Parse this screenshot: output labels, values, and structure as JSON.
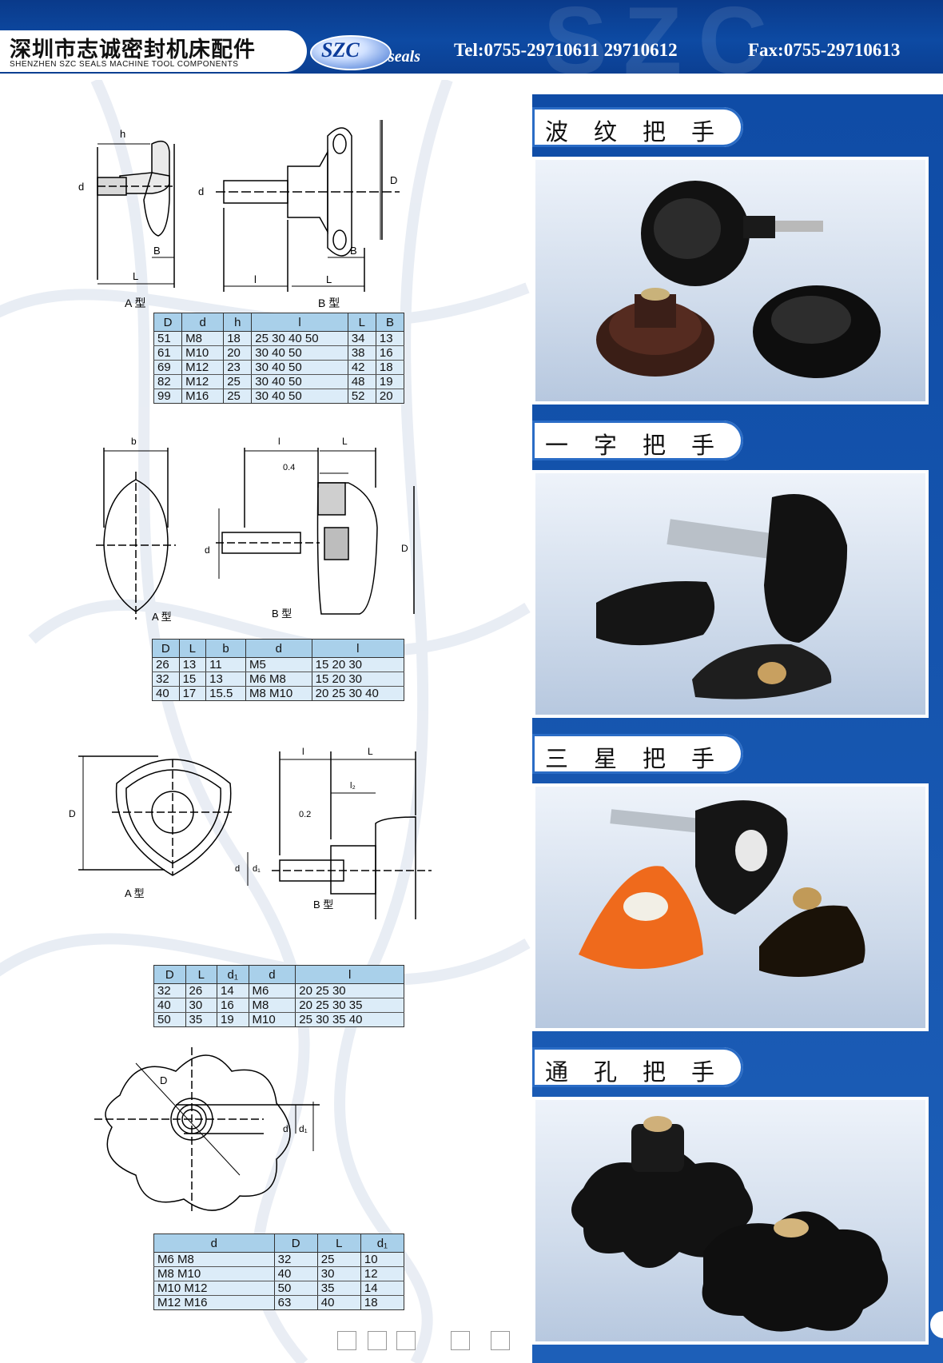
{
  "header": {
    "company_cn": "深圳市志诚密封机床配件",
    "company_en": "SHENZHEN SZC SEALS  MACHINE TOOL COMPONENTS",
    "logo_main": "SZC",
    "logo_sub": "seals",
    "tel": "Tel:0755-29710611  29710612",
    "fax": "Fax:0755-29710613",
    "bg_letters": "SZC"
  },
  "products": [
    {
      "title": "波纹把手",
      "photo_icon": "fluted-knob-photo"
    },
    {
      "title": "一字把手",
      "photo_icon": "wing-knob-photo"
    },
    {
      "title": "三星把手",
      "photo_icon": "triangle-knob-photo"
    },
    {
      "title": "通孔把手",
      "photo_icon": "star-knob-photo"
    }
  ],
  "drawings": {
    "d1": {
      "label_a": "A 型",
      "label_b": "B 型",
      "h": "h",
      "d": "d",
      "D": "D",
      "B": "B",
      "L": "L",
      "l": "l"
    },
    "d2": {
      "label_a": "A 型",
      "label_b": "B 型",
      "b": "b",
      "l": "l",
      "L": "L",
      "d": "d",
      "D": "D",
      "gap": "0.4"
    },
    "d3": {
      "label_a": "A 型",
      "label_b": "B 型",
      "D": "D",
      "l": "l",
      "L": "L",
      "l2": "l₂",
      "gap": "0.2",
      "d": "d",
      "d1": "d₁"
    },
    "d4": {
      "D": "D",
      "d": "d",
      "d1": "d₁"
    }
  },
  "tables": {
    "t1": {
      "headers": [
        "D",
        "d",
        "h",
        "l",
        "L",
        "B"
      ],
      "rows": [
        [
          "51",
          "M8",
          "18",
          "25 30 40 50",
          "34",
          "13"
        ],
        [
          "61",
          "M10",
          "20",
          "30 40 50",
          "38",
          "16"
        ],
        [
          "69",
          "M12",
          "23",
          "30 40 50",
          "42",
          "18"
        ],
        [
          "82",
          "M12",
          "25",
          "30 40 50",
          "48",
          "19"
        ],
        [
          "99",
          "M16",
          "25",
          "30 40 50",
          "52",
          "20"
        ]
      ]
    },
    "t2": {
      "headers": [
        "D",
        "L",
        "b",
        "d",
        "l"
      ],
      "rows": [
        [
          "26",
          "13",
          "11",
          "M5",
          "15 20 30"
        ],
        [
          "32",
          "15",
          "13",
          "M6 M8",
          "15 20 30"
        ],
        [
          "40",
          "17",
          "15.5",
          "M8 M10",
          "20 25 30 40"
        ]
      ]
    },
    "t3": {
      "headers": [
        "D",
        "L",
        "d₁",
        "d",
        "l"
      ],
      "rows": [
        [
          "32",
          "26",
          "14",
          "M6",
          "20 25 30"
        ],
        [
          "40",
          "30",
          "16",
          "M8",
          "20 25 30 35"
        ],
        [
          "50",
          "35",
          "19",
          "M10",
          "25 30 35 40"
        ]
      ]
    },
    "t4": {
      "headers": [
        "d",
        "D",
        "L",
        "d₁"
      ],
      "rows": [
        [
          "M6 M8",
          "32",
          "25",
          "10"
        ],
        [
          "M8 M10",
          "40",
          "30",
          "12"
        ],
        [
          "M10 M12",
          "50",
          "35",
          "14"
        ],
        [
          "M12 M16",
          "63",
          "40",
          "18"
        ]
      ]
    }
  }
}
